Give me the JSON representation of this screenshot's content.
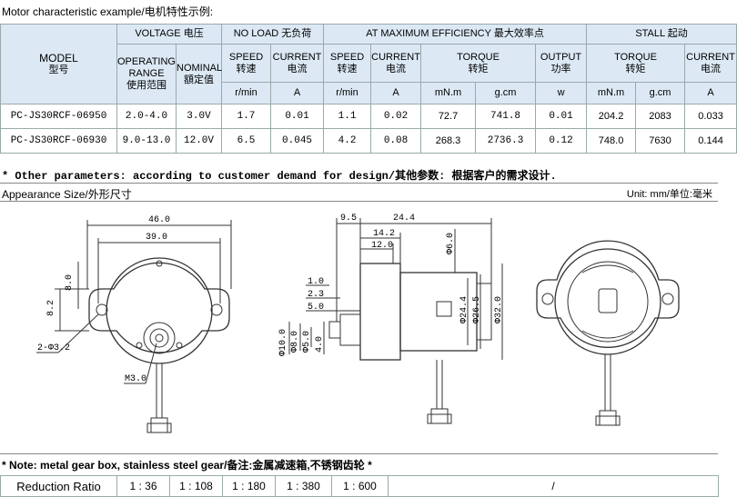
{
  "title": "Motor characteristic example/电机特性示例:",
  "table": {
    "model_label": "MODEL",
    "model_cn": "型号",
    "voltage_group": "VOLTAGE  电压",
    "no_load_group": "NO LOAD   无负荷",
    "max_eff_group": "AT MAXIMUM EFFICIENCY     最大效率点",
    "stall_group": "STALL   起动",
    "op_range_en": "OPERATING RANGE",
    "op_range_cn": "使用范围",
    "nominal_en": "NOMINAL",
    "nominal_cn": "額定值",
    "speed_en": "SPEED",
    "speed_cn": "转速",
    "current_en": "CURRENT",
    "current_cn": "电流",
    "torque_en": "TORQUE",
    "torque_cn": "转矩",
    "output_en": "OUTPUT",
    "output_cn": "功率",
    "units": {
      "rmin1": "r/min",
      "a1": "A",
      "rmin2": "r/min",
      "a2": "A",
      "mnm1": "mN.m",
      "gcm1": "g.cm",
      "w": "w",
      "mnm2": "mN.m",
      "gcm2": "g.cm",
      "a3": "A"
    },
    "rows": [
      {
        "model": "PC-JS30RCF-06950",
        "range": "2.0-4.0",
        "nominal": "3.0V",
        "nl_speed": "1.7",
        "nl_current": "0.01",
        "me_speed": "1.1",
        "me_current": "0.02",
        "me_torque_mnm": "72.7",
        "me_torque_gcm": "741.8",
        "me_output": "0.01",
        "st_torque_mnm": "204.2",
        "st_torque_gcm": "2083",
        "st_current": "0.033"
      },
      {
        "model": "PC-JS30RCF-06930",
        "range": "9.0-13.0",
        "nominal": "12.0V",
        "nl_speed": "6.5",
        "nl_current": "0.045",
        "me_speed": "4.2",
        "me_current": "0.08",
        "me_torque_mnm": "268.3",
        "me_torque_gcm": "2736.3",
        "me_output": "0.12",
        "st_torque_mnm": "748.0",
        "st_torque_gcm": "7630",
        "st_current": "0.144"
      }
    ]
  },
  "note_other": "* Other parameters: according to customer demand for design/其他参数: 根据客户的需求设计.",
  "appearance": "Appearance Size/外形尺寸",
  "unit_note": "Unit: mm/单位:毫米",
  "dims": {
    "d46": "46.0",
    "d39": "39.0",
    "d8a": "8.0",
    "d8b": "8.2",
    "hole": "2-Φ3.2",
    "m3": "M3.0",
    "s95": "9.5",
    "s244": "24.4",
    "s142": "14.2",
    "s120": "12.0",
    "s10": "1.0",
    "s23": "2.3",
    "s50": "5.0",
    "phi6": "Φ6.0",
    "phi244": "Φ24.4",
    "phi265": "Φ26.5",
    "phi32": "Φ32.0",
    "phi10": "Φ10.0",
    "phi8": "Φ8.0",
    "phi5": "Φ5.0",
    "s40": "4.0"
  },
  "note_gear": "* Note: metal gear box, stainless steel gear/备注:金属减速箱,不锈钢齿轮 *",
  "ratio": {
    "label": "Reduction Ratio",
    "values": [
      "1 : 36",
      "1 : 108",
      "1 : 180",
      "1 : 380",
      "1 : 600"
    ],
    "slash": "/"
  }
}
